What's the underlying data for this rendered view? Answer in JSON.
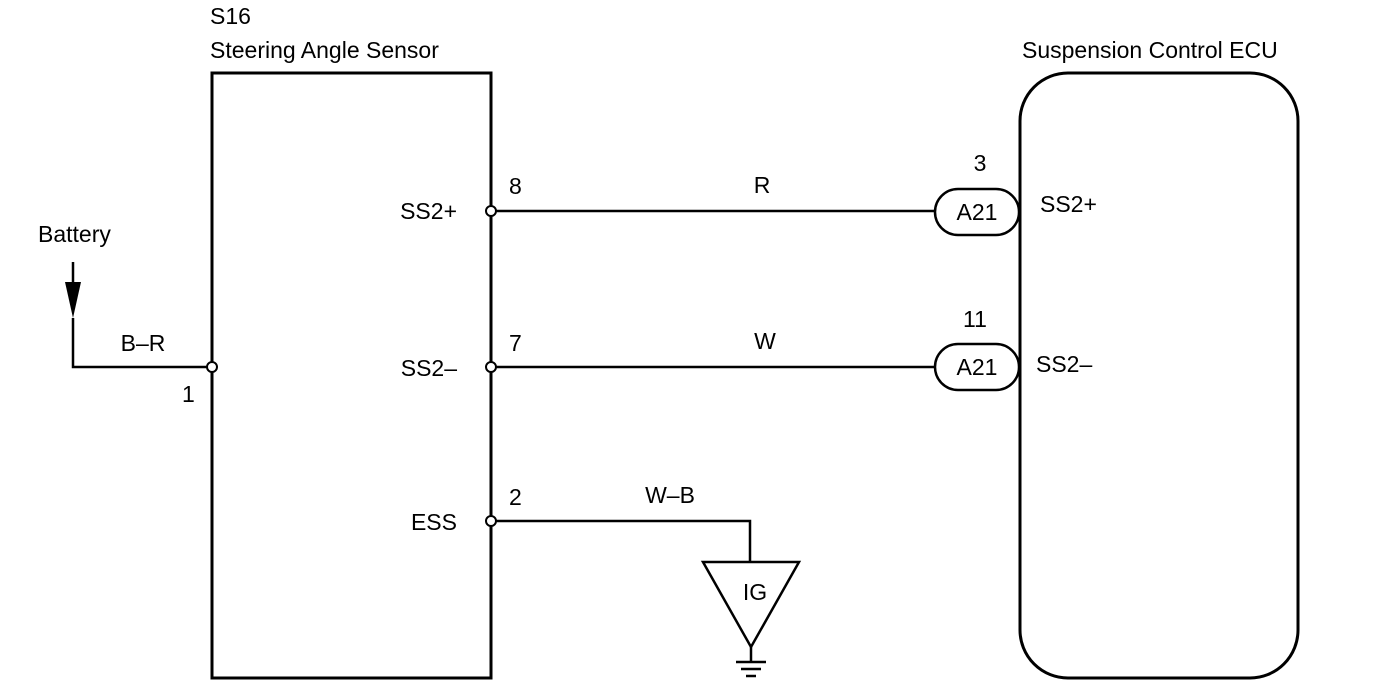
{
  "sensor": {
    "code": "S16",
    "name": "Steering Angle Sensor",
    "pins": {
      "ss2p": {
        "label": "SS2+",
        "number": "8"
      },
      "ss2m": {
        "label": "SS2–",
        "number": "7"
      },
      "ess": {
        "label": "ESS",
        "number": "2"
      },
      "batt": {
        "number": "1"
      }
    }
  },
  "ecu": {
    "name": "Suspension Control ECU",
    "pins": {
      "ss2p": {
        "label": "SS2+",
        "number": "3",
        "connector": "A21"
      },
      "ss2m": {
        "label": "SS2–",
        "number": "11",
        "connector": "A21"
      }
    }
  },
  "battery": {
    "label": "Battery"
  },
  "wires": {
    "battery_wire": "B–R",
    "ss2p_wire": "R",
    "ss2m_wire": "W",
    "ess_wire": "W–B"
  },
  "ground": {
    "label": "IG"
  }
}
